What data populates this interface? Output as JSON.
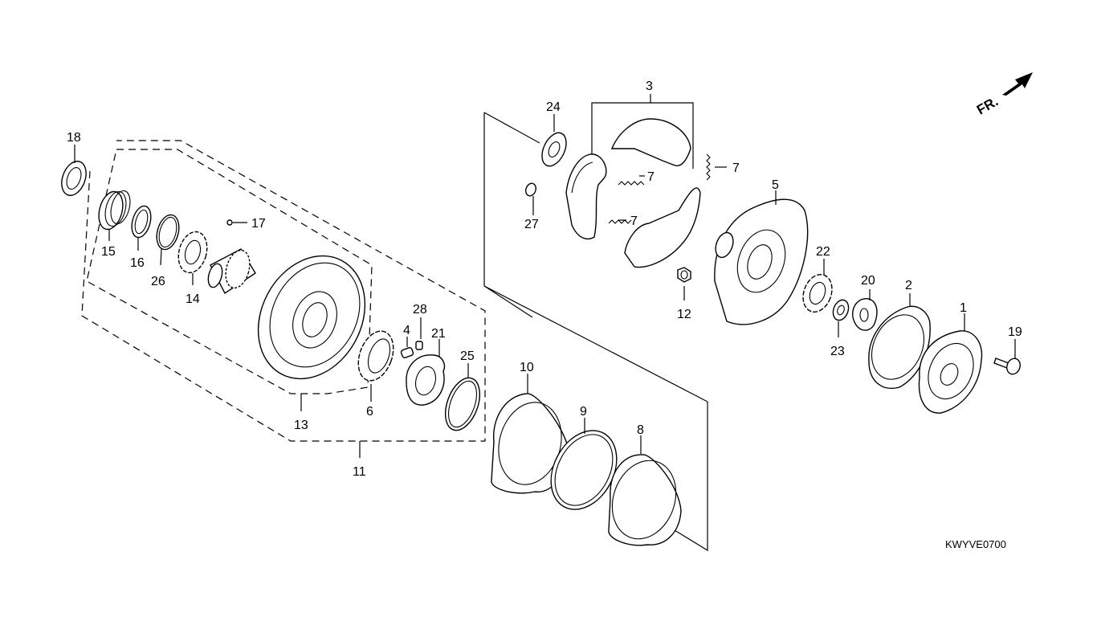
{
  "diagram_code": "KWYVE0700",
  "direction_label": "FR.",
  "parts": [
    {
      "id": "p1",
      "label": "1"
    },
    {
      "id": "p2",
      "label": "2"
    },
    {
      "id": "p3",
      "label": "3"
    },
    {
      "id": "p4",
      "label": "4"
    },
    {
      "id": "p5",
      "label": "5"
    },
    {
      "id": "p6",
      "label": "6"
    },
    {
      "id": "p7a",
      "label": "7"
    },
    {
      "id": "p7b",
      "label": "7"
    },
    {
      "id": "p7c",
      "label": "7"
    },
    {
      "id": "p8",
      "label": "8"
    },
    {
      "id": "p9",
      "label": "9"
    },
    {
      "id": "p10",
      "label": "10"
    },
    {
      "id": "p11",
      "label": "11"
    },
    {
      "id": "p12",
      "label": "12"
    },
    {
      "id": "p13",
      "label": "13"
    },
    {
      "id": "p14",
      "label": "14"
    },
    {
      "id": "p15",
      "label": "15"
    },
    {
      "id": "p16",
      "label": "16"
    },
    {
      "id": "p17",
      "label": "17"
    },
    {
      "id": "p18",
      "label": "18"
    },
    {
      "id": "p19",
      "label": "19"
    },
    {
      "id": "p20",
      "label": "20"
    },
    {
      "id": "p21",
      "label": "21"
    },
    {
      "id": "p22",
      "label": "22"
    },
    {
      "id": "p23",
      "label": "23"
    },
    {
      "id": "p24",
      "label": "24"
    },
    {
      "id": "p25",
      "label": "25"
    },
    {
      "id": "p26",
      "label": "26"
    },
    {
      "id": "p27",
      "label": "27"
    },
    {
      "id": "p28",
      "label": "28"
    }
  ]
}
